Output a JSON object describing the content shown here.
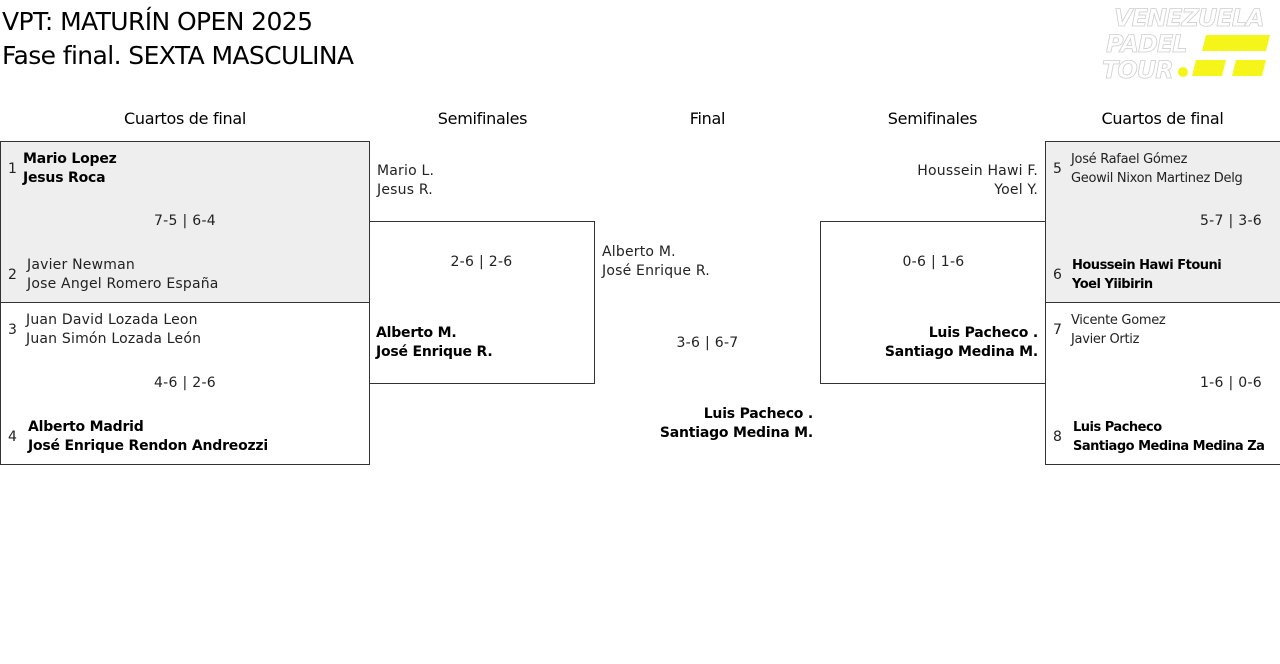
{
  "header": {
    "title": "VPT: MATURÍN OPEN 2025",
    "subtitle": "Fase final. SEXTA MASCULINA",
    "logo_text": [
      "VENEZUELA",
      "PADEL",
      "TOUR"
    ],
    "logo_accent": "#f5f51a"
  },
  "rounds": {
    "left_qf": "Cuartos de final",
    "left_sf": "Semifinales",
    "final": "Final",
    "right_sf": "Semifinales",
    "right_qf": "Cuartos de final"
  },
  "quarterfinals": [
    {
      "score": "7-5 | 6-4",
      "team_a": {
        "seed": "1",
        "p1": "Mario Lopez",
        "p2": "Jesus Roca",
        "winner": true
      },
      "team_b": {
        "seed": "2",
        "p1": "Javier Newman",
        "p2": "Jose Angel Romero España",
        "winner": false
      }
    },
    {
      "score": "4-6 | 2-6",
      "team_a": {
        "seed": "3",
        "p1": "Juan David Lozada Leon",
        "p2": "Juan Simón Lozada León",
        "winner": false
      },
      "team_b": {
        "seed": "4",
        "p1": "Alberto Madrid",
        "p2": "José Enrique Rendon Andreozzi",
        "winner": true
      }
    },
    {
      "score": "5-7 | 3-6",
      "team_a": {
        "seed": "5",
        "p1": "José Rafael Gómez",
        "p2": "Geowil Nixon Martinez Delg",
        "winner": false
      },
      "team_b": {
        "seed": "6",
        "p1": "Houssein Hawi Ftouni",
        "p2": "Yoel Yiibirin",
        "winner": true
      }
    },
    {
      "score": "1-6 | 0-6",
      "team_a": {
        "seed": "7",
        "p1": "Vicente Gomez",
        "p2": "Javier Ortiz",
        "winner": false
      },
      "team_b": {
        "seed": "8",
        "p1": "Luis Pacheco",
        "p2": "Santiago Medina Medina Za",
        "winner": true
      }
    }
  ],
  "semifinals": [
    {
      "score": "2-6 | 2-6",
      "team_a": {
        "p1": "Mario L.",
        "p2": "Jesus R.",
        "winner": false
      },
      "team_b": {
        "p1": "Alberto M.",
        "p2": "José Enrique R.",
        "winner": true
      }
    },
    {
      "score": "0-6 | 1-6",
      "team_a": {
        "p1": "Houssein Hawi F.",
        "p2": "Yoel Y.",
        "winner": false
      },
      "team_b": {
        "p1": "Luis Pacheco .",
        "p2": "Santiago Medina M.",
        "winner": true
      }
    }
  ],
  "final": {
    "score": "3-6 | 6-7",
    "team_a": {
      "p1": "Alberto M.",
      "p2": "José Enrique R.",
      "winner": false
    },
    "team_b": {
      "p1": "Luis Pacheco .",
      "p2": "Santiago Medina M.",
      "winner": true
    }
  }
}
